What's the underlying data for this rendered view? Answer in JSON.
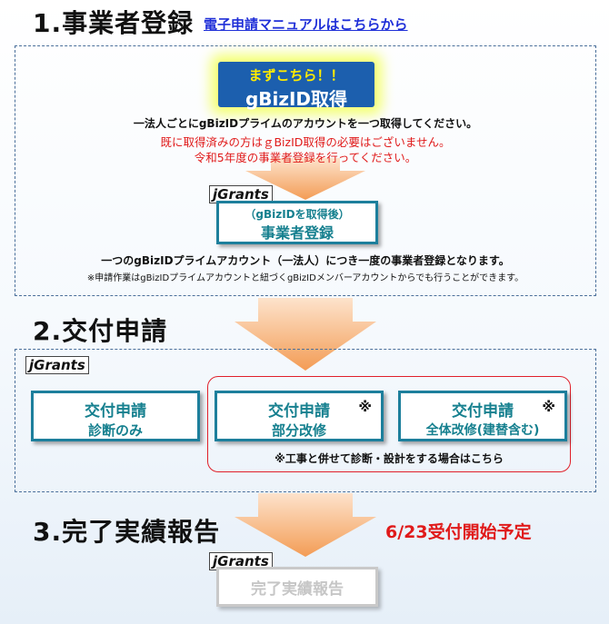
{
  "section1": {
    "heading": "1.事業者登録",
    "manual_link": "電子申請マニュアルはこちらから",
    "gbiz_button": {
      "top": "まずこちら！！",
      "main": "gBizID取得"
    },
    "line1": "一法人ごとにgBizIDプライムのアカウントを一つ取得してください。",
    "red_line1": "既に取得済みの方はｇBizID取得の必要はございません。",
    "red_line2": "令和5年度の事業者登録を行ってください。",
    "jgrants_label": "jGrants",
    "register_box": {
      "sub": "（gBizIDを取得後）",
      "main": "事業者登録"
    },
    "note1": "一つのgBizIDプライムアカウント（一法人）につき一度の事業者登録となります。",
    "note2": "※申請作業はgBizIDプライムアカウントと紐づくgBizIDメンバーアカウントからでも行うことができます。"
  },
  "section2": {
    "heading": "2.交付申請",
    "jgrants_label": "jGrants",
    "boxes": [
      {
        "line1": "交付申請",
        "line2": "診断のみ",
        "mark": ""
      },
      {
        "line1": "交付申請",
        "line2": "部分改修",
        "mark": "※"
      },
      {
        "line1": "交付申請",
        "line2": "全体改修(建替含む)",
        "mark": "※"
      }
    ],
    "note": "※工事と併せて診断・設計をする場合はこちら"
  },
  "section3": {
    "heading": "3.完了実績報告",
    "schedule": "6/23受付開始予定",
    "jgrants_label": "jGrants",
    "report_box": "完了実績報告"
  },
  "colors": {
    "gbiz_blue": "#1c5fae",
    "teal": "#1d7f9c",
    "red": "#e01a1a",
    "arrow_orange": "#f4a35f",
    "dashed_border": "#4a6f9a"
  }
}
